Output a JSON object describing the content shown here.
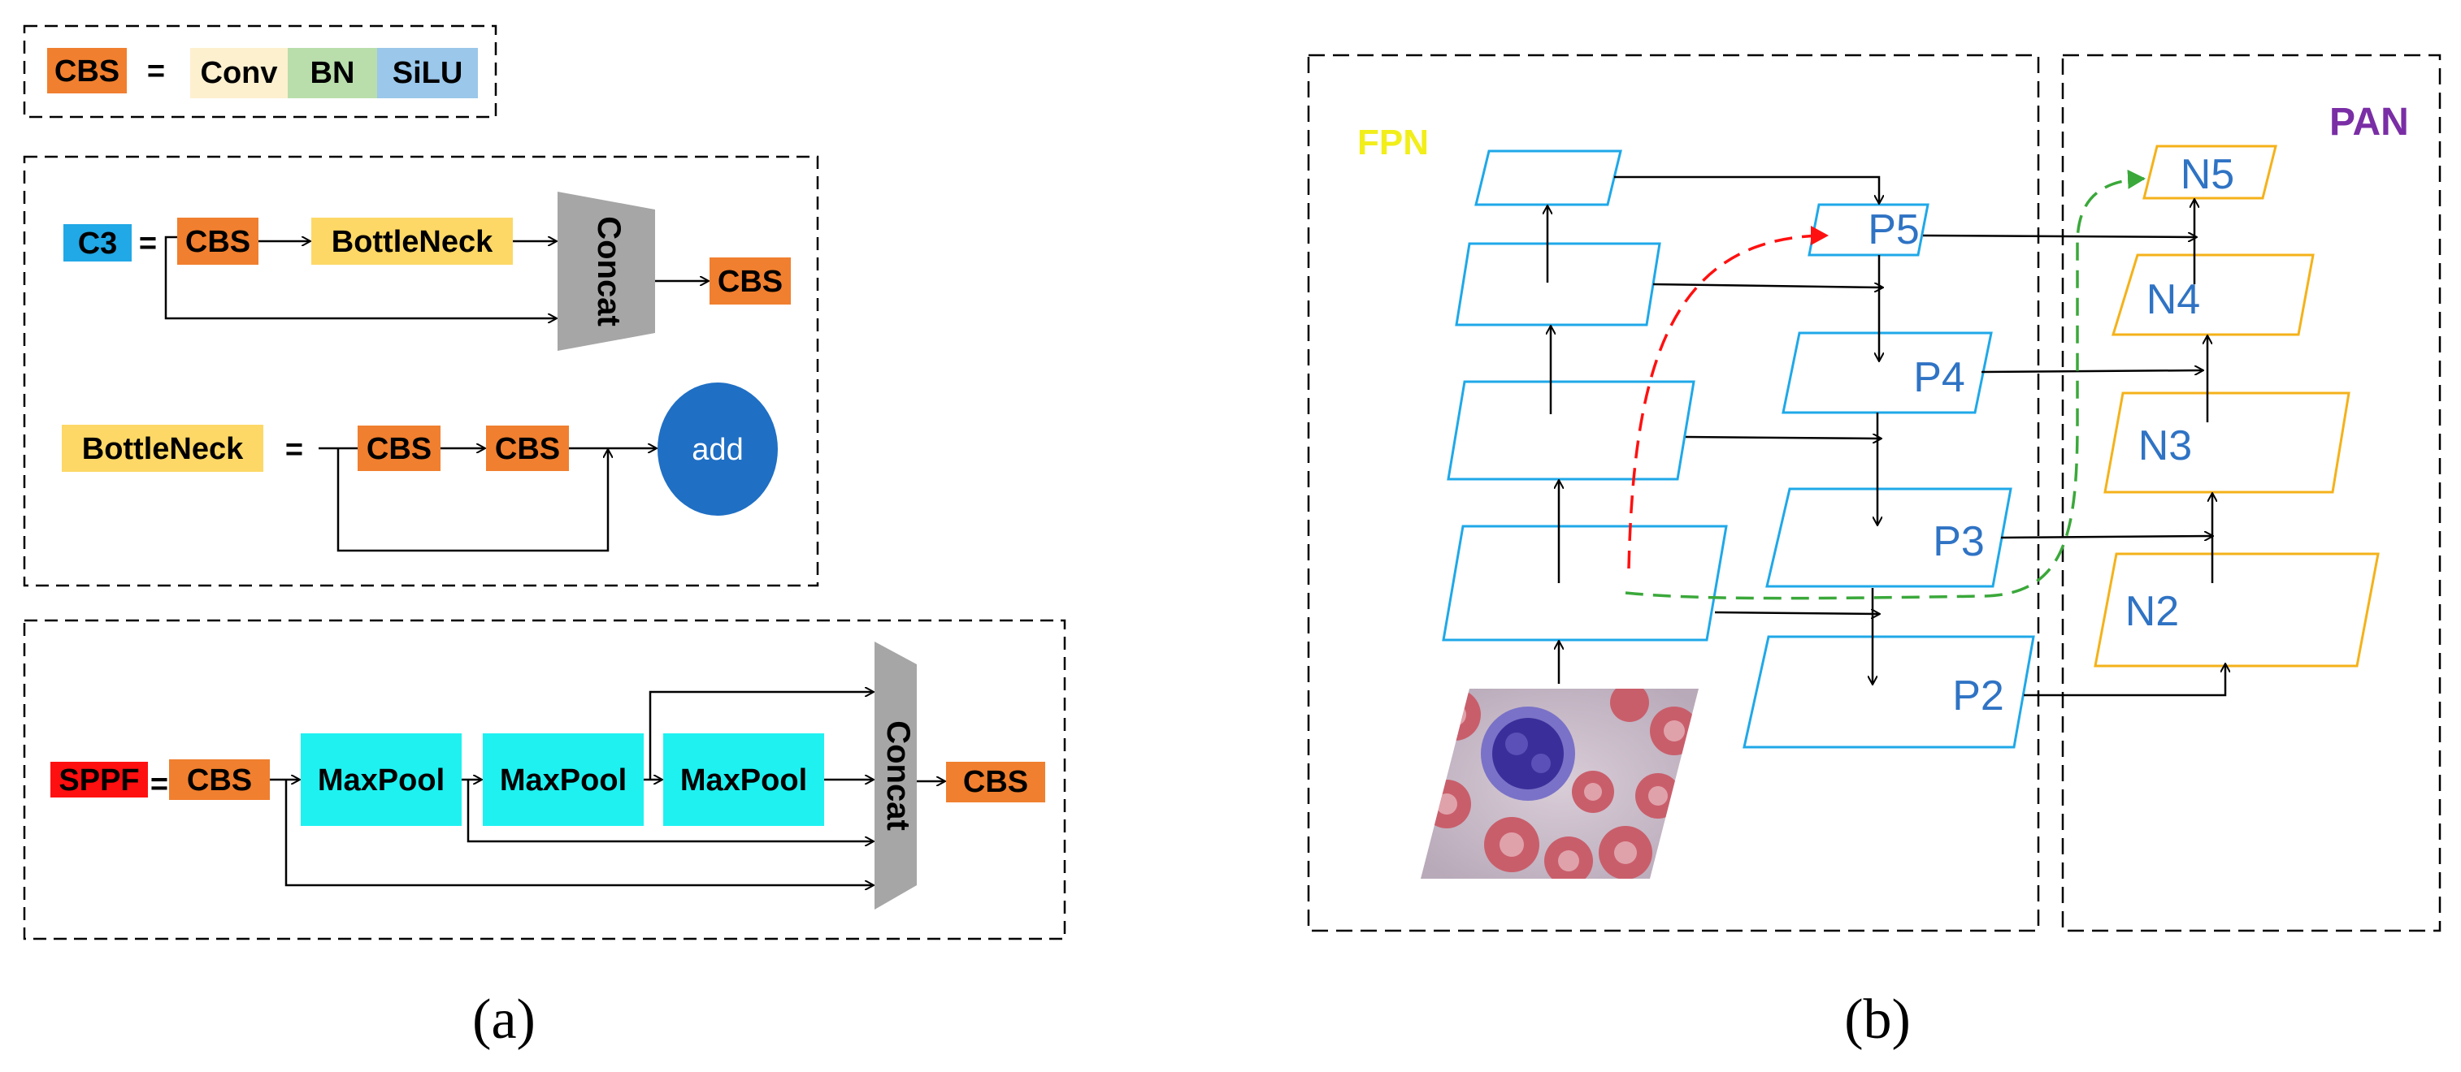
{
  "panel_a": {
    "caption": "(a)",
    "legend": {
      "cbs": "CBS",
      "eq": "=",
      "conv": "Conv",
      "bn": "BN",
      "silu": "SiLU"
    },
    "c3": {
      "label": "C3",
      "eq": "=",
      "cbs1": "CBS",
      "bottleneck": "BottleNeck",
      "concat": "Concat",
      "cbs2": "CBS"
    },
    "bottleneck_def": {
      "label": "BottleNeck",
      "eq": "=",
      "cbs1": "CBS",
      "cbs2": "CBS",
      "add": "add"
    },
    "sppf": {
      "label": "SPPF",
      "eq": "=",
      "cbs1": "CBS",
      "maxpool1": "MaxPool",
      "maxpool2": "MaxPool",
      "maxpool3": "MaxPool",
      "concat": "Concat",
      "cbs2": "CBS"
    }
  },
  "panel_b": {
    "caption": "(b)",
    "fpn_label": "FPN",
    "pan_label": "PAN",
    "p_nodes": [
      "P5",
      "P4",
      "P3",
      "P2"
    ],
    "n_nodes": [
      "N5",
      "N4",
      "N3",
      "N2"
    ]
  },
  "colors": {
    "cbs": "#f07f2f",
    "conv": "#fdf0cf",
    "bn": "#b9deab",
    "silu": "#9ac7ea",
    "c3": "#21a8e6",
    "bottleneck": "#fdd866",
    "add": "#1f6fc4",
    "sppf": "#ff1010",
    "maxpool": "#1ff1f1",
    "concat": "#a6a6a6",
    "fpn_box": "#1fa8e8",
    "pan_box": "#f4b21a",
    "node_text": "#2f73c4",
    "fpn_text": "#f2ee1a",
    "pan_text": "#7a2ea5",
    "red_path": "#ff1010",
    "green_path": "#3aa83a"
  }
}
